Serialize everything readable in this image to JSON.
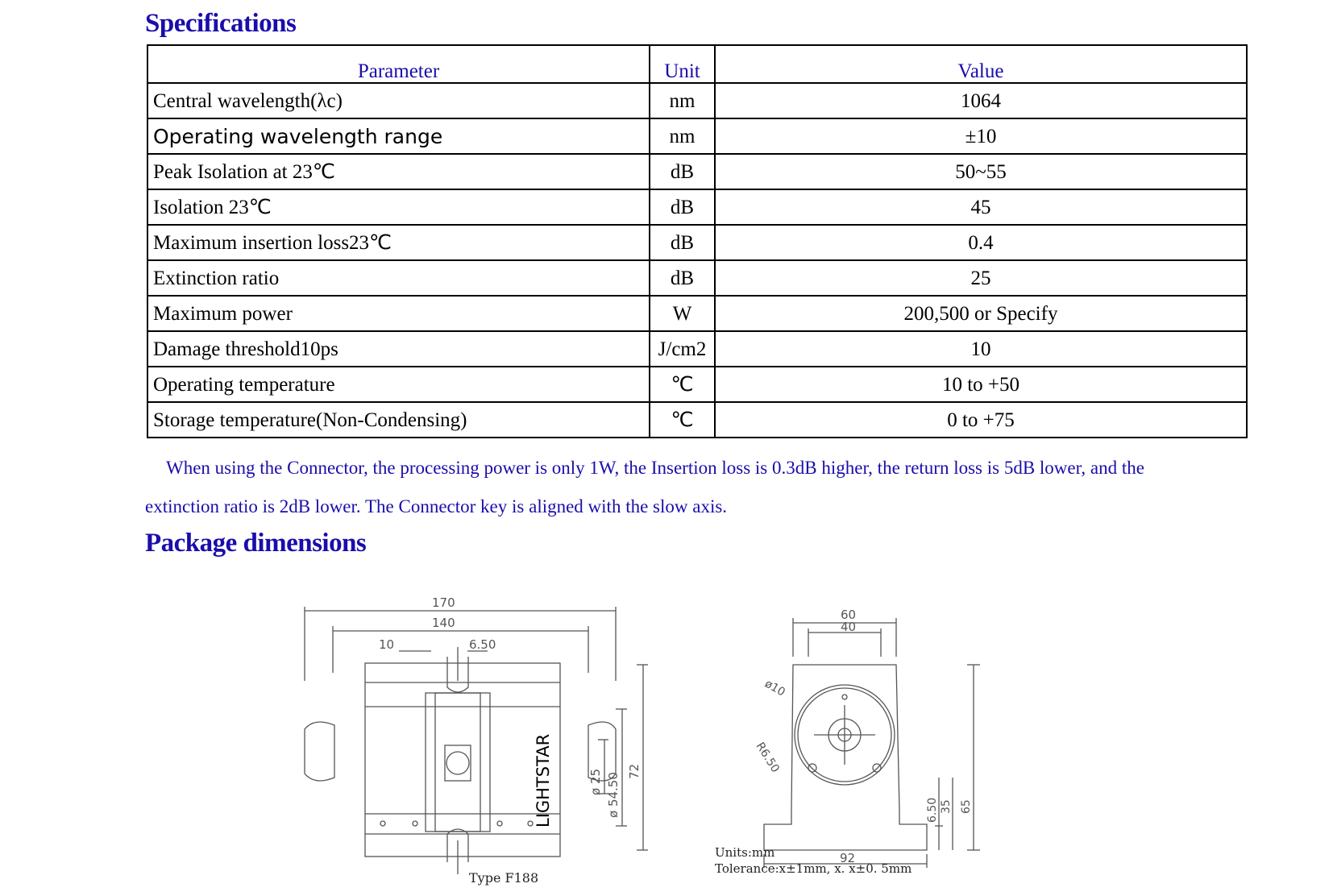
{
  "spec_title": "Specifications",
  "table": {
    "headers": {
      "parameter": "Parameter",
      "unit": "Unit",
      "value": "Value"
    },
    "rows": [
      {
        "parameter": "Central wavelength(λc)",
        "unit": "nm",
        "value": "1064"
      },
      {
        "parameter": "Operating wavelength range",
        "unit": "nm",
        "value": "±10"
      },
      {
        "parameter": "Peak Isolation at 23℃",
        "unit": "dB",
        "value": "50~55"
      },
      {
        "parameter": "Isolation 23℃",
        "unit": "dB",
        "value": "45"
      },
      {
        "parameter": "Maximum insertion loss23℃",
        "unit": "dB",
        "value": "0.4"
      },
      {
        "parameter": "Extinction ratio",
        "unit": "dB",
        "value": "25"
      },
      {
        "parameter": "Maximum power",
        "unit": "W",
        "value": "200,500 or Specify"
      },
      {
        "parameter": "Damage threshold10ps",
        "unit": "J/cm2",
        "value": "10"
      },
      {
        "parameter": "Operating temperature",
        "unit": "℃",
        "value": "10 to +50"
      },
      {
        "parameter": "Storage temperature(Non-Condensing)",
        "unit": "℃",
        "value": "0 to +75"
      }
    ]
  },
  "note": "When using the Connector, the processing power is only 1W, the Insertion loss is 0.3dB higher, the return loss is 5dB lower, and the extinction ratio is 2dB lower. The Connector key is aligned with the slow axis.",
  "package_title": "Package dimensions",
  "drawing": {
    "front": {
      "dim_total": "170",
      "dim_inner": "140",
      "dim_left": "10",
      "dim_slot": "6.50",
      "brand": "LIGHTSTAR",
      "dim_bore": "ø 25",
      "dim_body": "ø 54.50",
      "dim_height": "72"
    },
    "side": {
      "dim_base_top": "60",
      "dim_top": "40",
      "dim_hole": "ø10",
      "dim_radius": "R6.50",
      "dim_base": "92",
      "dim_a": "6.50",
      "dim_b": "35",
      "dim_c": "65"
    },
    "type_label": "Type  F188",
    "units": "Units:mm",
    "tolerance": "Tolerance:x±1mm, x. x±0. 5mm"
  }
}
